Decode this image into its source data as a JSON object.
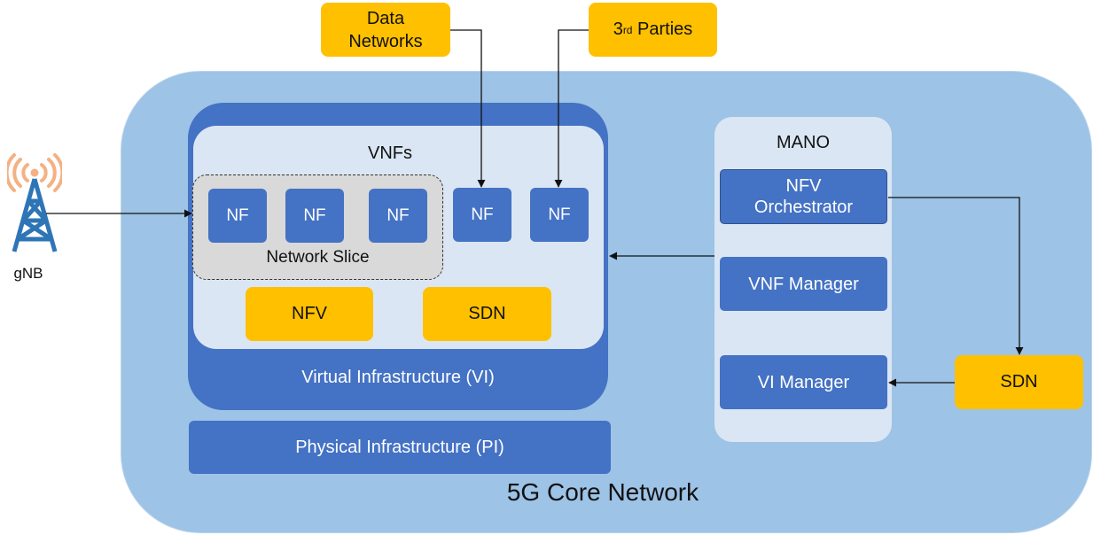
{
  "external": {
    "data_networks": "Data\nNetworks",
    "third_parties_base": "3",
    "third_parties_sup": "rd",
    "third_parties_rest": " Parties",
    "gnb": "gNB",
    "sdn": "SDN"
  },
  "core": {
    "label": "5G Core Network",
    "virtual_infrastructure": "Virtual Infrastructure (VI)",
    "physical_infrastructure": "Physical Infrastructure (PI)",
    "vnfs_label": "VNFs",
    "network_slice_label": "Network Slice",
    "nf_label": "NF",
    "nfv": "NFV",
    "sdn": "SDN"
  },
  "mano": {
    "label": "MANO",
    "orchestrator": "NFV\nOrchestrator",
    "vnf_manager": "VNF Manager",
    "vi_manager": "VI Manager"
  },
  "colors": {
    "core_bg": "#9dc3e6",
    "dark_blue": "#4472c4",
    "light_panel": "#dae6f3",
    "slice_gray": "#d9d9d9",
    "orange": "#ffc000",
    "antenna": "#2e75b6",
    "antenna_waves": "#f4b183"
  },
  "icons": [
    "antenna-tower-icon"
  ]
}
